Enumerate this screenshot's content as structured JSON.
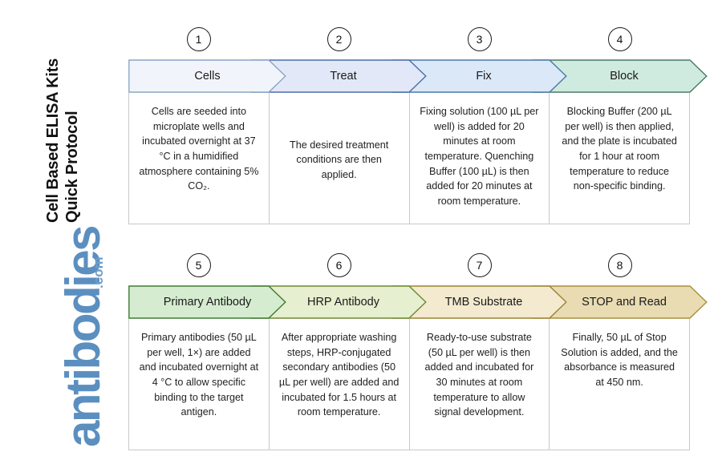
{
  "document": {
    "title_line1": "Cell Based ELISA Kits",
    "title_line2": "Quick Protocol",
    "title": "Cell Based ELISA Kits\nQuick Protocol"
  },
  "brand": {
    "name": "antibodies",
    "tld": ".com",
    "color": "#5b8fc0"
  },
  "rows": [
    {
      "id": "row-1",
      "steps": [
        {
          "number": "1",
          "label": "Cells",
          "description": "Cells are seeded into microplate wells and incubated overnight at 37 °C in a humidified atmosphere containing 5% CO₂.",
          "fill": "#f1f5fb",
          "stroke": "#8aa7c4"
        },
        {
          "number": "2",
          "label": "Treat",
          "description": "The desired treatment conditions are then applied.",
          "fill": "#e2e8f7",
          "stroke": "#4d6fa8"
        },
        {
          "number": "3",
          "label": "Fix",
          "description": "Fixing solution (100 µL per well) is added for 20 minutes at room temperature. Quenching Buffer (100 µL) is then added for 20 minutes at room temperature.",
          "fill": "#dbe8f8",
          "stroke": "#4a7aa8"
        },
        {
          "number": "4",
          "label": "Block",
          "description": "Blocking Buffer (200 µL per well) is then applied, and the plate is incubated for 1 hour at room temperature to reduce non-specific binding.",
          "fill": "#cfeade",
          "stroke": "#4a7a6a"
        }
      ]
    },
    {
      "id": "row-2",
      "steps": [
        {
          "number": "5",
          "label": "Primary Antibody",
          "description": "Primary antibodies (50 µL per well, 1×) are added and incubated overnight at 4 °C to allow specific binding to the target antigen.",
          "fill": "#d6ecd0",
          "stroke": "#3e7b34"
        },
        {
          "number": "6",
          "label": "HRP Antibody",
          "description": "After appropriate washing steps, HRP-conjugated secondary antibodies (50 µL per well) are added and incubated for 1.5 hours at room temperature.",
          "fill": "#e6efcf",
          "stroke": "#6d8a33"
        },
        {
          "number": "7",
          "label": "TMB Substrate",
          "description": "Ready-to-use substrate (50 µL per well) is then added and incubated for 30 minutes at room temperature to allow signal development.",
          "fill": "#f3ead0",
          "stroke": "#9b8331"
        },
        {
          "number": "8",
          "label": "STOP and Read",
          "description": "Finally, 50 µL of Stop Solution is added, and the absorbance is measured at 450 nm.",
          "fill": "#e9dcb3",
          "stroke": "#a98f3c"
        }
      ]
    }
  ]
}
